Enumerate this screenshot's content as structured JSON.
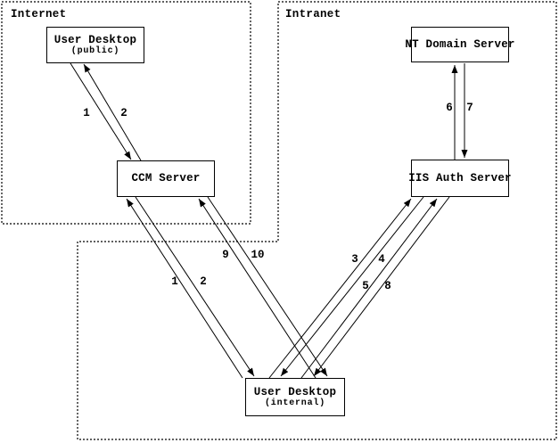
{
  "regions": {
    "internet": {
      "label": "Internet"
    },
    "intranet": {
      "label": "Intranet"
    }
  },
  "nodes": {
    "user_desktop_public": {
      "title": "User Desktop",
      "subtitle": "(public)"
    },
    "nt_domain_server": {
      "title": "NT Domain Server"
    },
    "ccm_server": {
      "title": "CCM Server"
    },
    "iis_auth_server": {
      "title": "IIS Auth Server"
    },
    "user_desktop_internal": {
      "title": "User Desktop",
      "subtitle": "(internal)"
    }
  },
  "arrows": [
    {
      "label": "1",
      "from": "user-desktop-public",
      "to": "ccm-server"
    },
    {
      "label": "2",
      "from": "ccm-server",
      "to": "user-desktop-public"
    },
    {
      "label": "6",
      "from": "iis-auth-server",
      "to": "nt-domain-server"
    },
    {
      "label": "7",
      "from": "nt-domain-server",
      "to": "iis-auth-server"
    },
    {
      "label": "9",
      "from": "user-desktop-internal",
      "to": "ccm-server"
    },
    {
      "label": "10",
      "from": "ccm-server",
      "to": "user-desktop-internal"
    },
    {
      "label": "1",
      "from": "user-desktop-internal",
      "to": "ccm-server"
    },
    {
      "label": "2",
      "from": "ccm-server",
      "to": "user-desktop-internal"
    },
    {
      "label": "3",
      "from": "user-desktop-internal",
      "to": "iis-auth-server"
    },
    {
      "label": "4",
      "from": "iis-auth-server",
      "to": "user-desktop-internal"
    },
    {
      "label": "5",
      "from": "user-desktop-internal",
      "to": "iis-auth-server"
    },
    {
      "label": "8",
      "from": "iis-auth-server",
      "to": "user-desktop-internal"
    }
  ],
  "colors": {
    "line": "#000000",
    "background": "#ffffff"
  }
}
